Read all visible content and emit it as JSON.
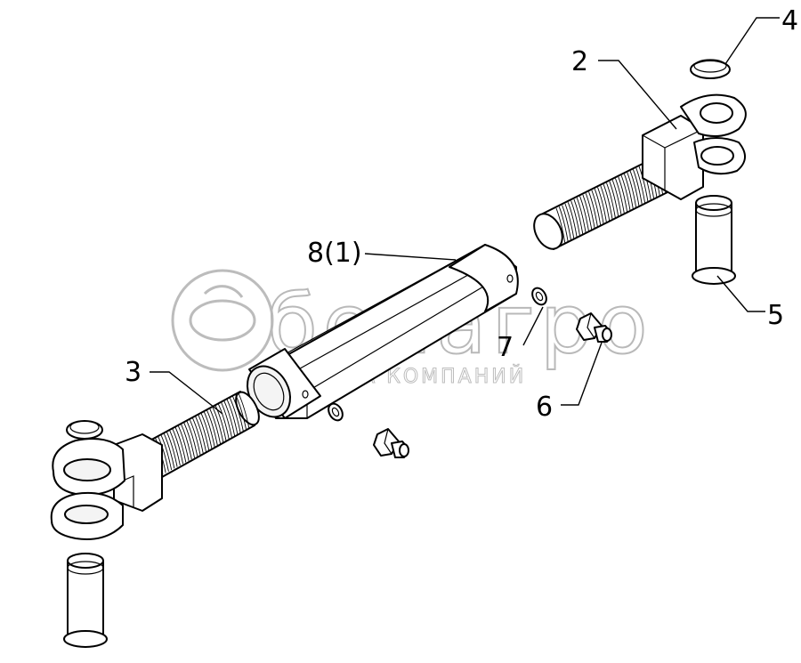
{
  "callouts": {
    "c1": "2",
    "c2": "4",
    "c3": "8(1)",
    "c4": "5",
    "c5": "7",
    "c6": "3",
    "c7": "6"
  },
  "watermark": {
    "brand": "белагро",
    "tagline": "ГРУППА КОМПАНИЙ"
  },
  "colors": {
    "line": "#000000",
    "watermark": "#b9b9b9",
    "background": "#ffffff"
  }
}
